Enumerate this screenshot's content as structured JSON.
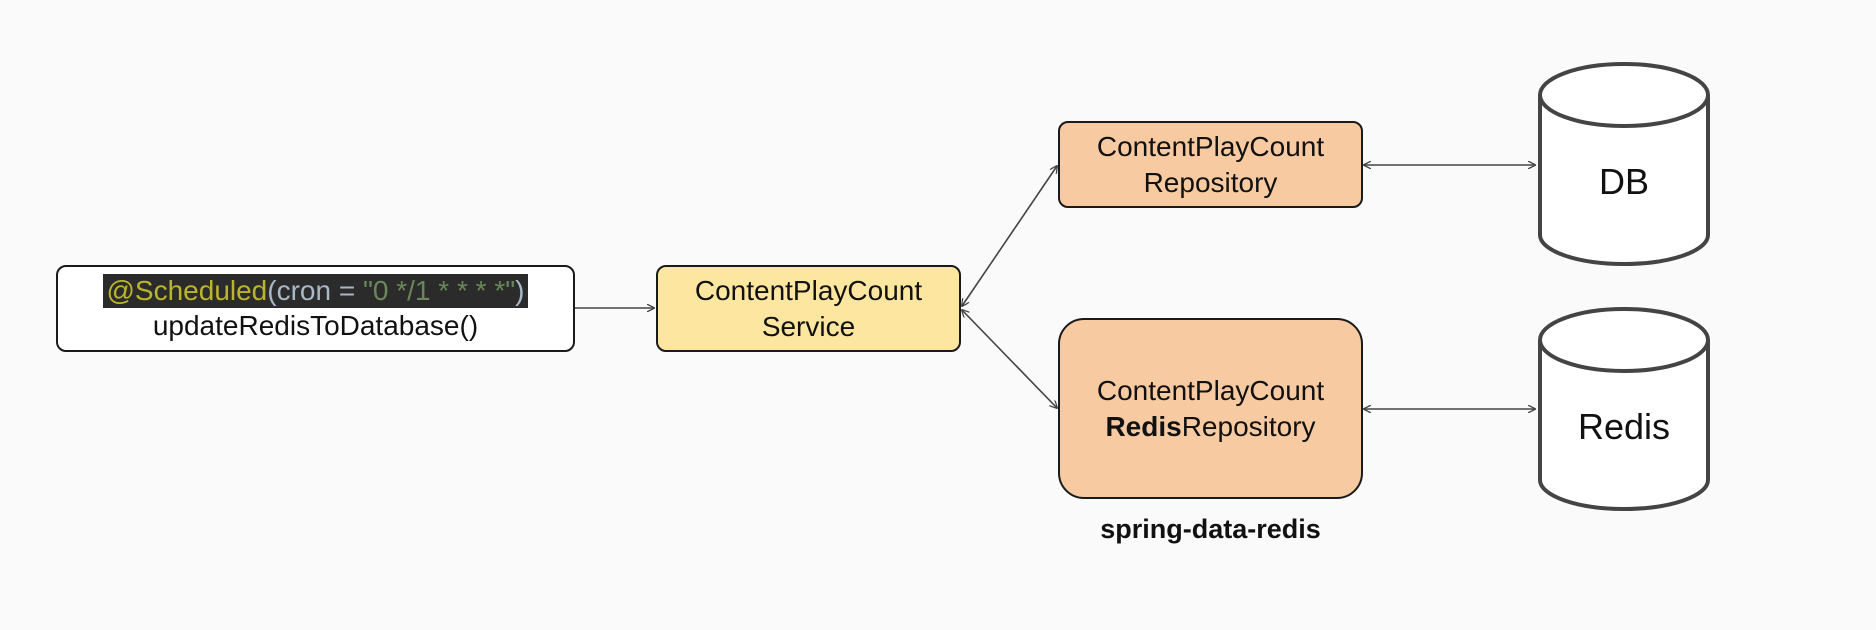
{
  "scheduler": {
    "annotation": "@Scheduled",
    "paren_open": "(cron = ",
    "cron_string": "\"0 */1 * * * *\"",
    "paren_close": ")",
    "method": "updateRedisToDatabase()"
  },
  "service": {
    "line1": "ContentPlayCount",
    "line2": "Service"
  },
  "repository": {
    "line1": "ContentPlayCount",
    "line2": "Repository"
  },
  "redis_repository": {
    "line1": "ContentPlayCount",
    "line2_bold": "Redis",
    "line2_rest": "Repository"
  },
  "db": {
    "label": "DB"
  },
  "redis": {
    "label": "Redis"
  },
  "caption": "spring-data-redis",
  "colors": {
    "service_fill": "#fde7a0",
    "repository_fill": "#f7caa1",
    "code_background": "#2b2b2b",
    "code_annotation": "#bbb529",
    "code_string": "#6a8759"
  }
}
